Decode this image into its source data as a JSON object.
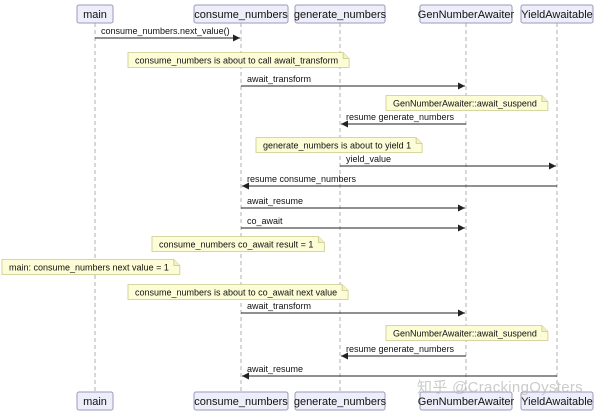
{
  "participants": [
    {
      "id": "main",
      "label": "main"
    },
    {
      "id": "consume_numbers",
      "label": "consume_numbers"
    },
    {
      "id": "generate_numbers",
      "label": "generate_numbers"
    },
    {
      "id": "GenNumberAwaiter",
      "label": "GenNumberAwaiter"
    },
    {
      "id": "YieldAwaitable",
      "label": "YieldAwaitable"
    }
  ],
  "steps": [
    {
      "kind": "message",
      "from": "main",
      "to": "consume_numbers",
      "label": "consume_numbers.next_value()"
    },
    {
      "kind": "note",
      "over": [
        "consume_numbers",
        "generate_numbers"
      ],
      "text": "consume_numbers is about to call await_transform"
    },
    {
      "kind": "message",
      "from": "consume_numbers",
      "to": "GenNumberAwaiter",
      "label": "await_transform"
    },
    {
      "kind": "note",
      "over": [
        "GenNumberAwaiter"
      ],
      "text": "GenNumberAwaiter::await_suspend"
    },
    {
      "kind": "message",
      "from": "GenNumberAwaiter",
      "to": "generate_numbers",
      "label": "resume generate_numbers"
    },
    {
      "kind": "note",
      "over": [
        "generate_numbers"
      ],
      "text": "generate_numbers is about to yield 1"
    },
    {
      "kind": "message",
      "from": "generate_numbers",
      "to": "YieldAwaitable",
      "label": "yield_value"
    },
    {
      "kind": "message",
      "from": "YieldAwaitable",
      "to": "consume_numbers",
      "label": "resume consume_numbers"
    },
    {
      "kind": "message",
      "from": "consume_numbers",
      "to": "GenNumberAwaiter",
      "label": "await_resume"
    },
    {
      "kind": "message",
      "from": "consume_numbers",
      "to": "GenNumberAwaiter",
      "label": "co_await"
    },
    {
      "kind": "note",
      "over": [
        "consume_numbers"
      ],
      "text": "consume_numbers co_await result = 1"
    },
    {
      "kind": "note",
      "over": [
        "main"
      ],
      "text": "main: consume_numbers next value = 1"
    },
    {
      "kind": "note",
      "over": [
        "consume_numbers",
        "generate_numbers"
      ],
      "text": "consume_numbers is about to co_await next value"
    },
    {
      "kind": "message",
      "from": "consume_numbers",
      "to": "GenNumberAwaiter",
      "label": "await_transform"
    },
    {
      "kind": "note",
      "over": [
        "GenNumberAwaiter"
      ],
      "text": "GenNumberAwaiter::await_suspend"
    },
    {
      "kind": "message",
      "from": "GenNumberAwaiter",
      "to": "generate_numbers",
      "label": "resume generate_numbers"
    },
    {
      "kind": "message",
      "from": "YieldAwaitable",
      "to": "consume_numbers",
      "label": "await_resume"
    }
  ],
  "watermark": "知乎 @CrackingOysters",
  "colors": {
    "participant_fill": "#eeeefb",
    "participant_border": "#9a9ab8",
    "note_fill": "#fcfcd6",
    "note_border": "#c9c98a",
    "arrow": "#222222"
  }
}
